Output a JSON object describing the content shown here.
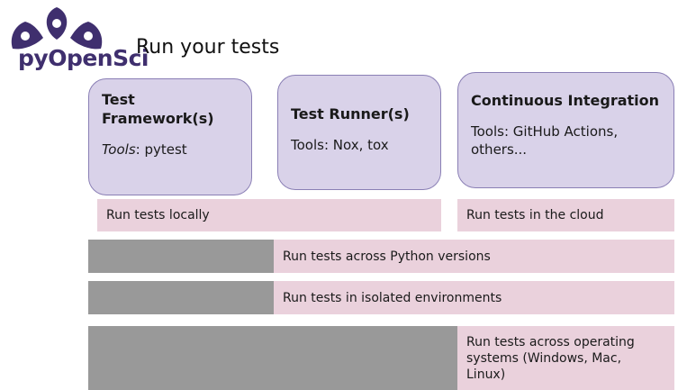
{
  "logo": {
    "text": "pyOpenSci",
    "icon": "pyopensci-flower-icon",
    "color": "#3f2f6e"
  },
  "title": "Run your tests",
  "cards": [
    {
      "title": "Test Framework(s)",
      "tools_label": "Tools",
      "tools_rest": ": pytest"
    },
    {
      "title": "Test Runner(s)",
      "tools": "Tools: Nox, tox"
    },
    {
      "title": "Continuous Integration",
      "tools": "Tools: GitHub Actions, others..."
    }
  ],
  "bands": {
    "local": "Run tests locally",
    "cloud": "Run tests in the cloud",
    "python_versions": "Run tests across Python versions",
    "isolated": "Run tests in isolated environments",
    "os": "Run tests across operating systems (Windows, Mac, Linux)"
  },
  "colors": {
    "card_fill": "#d9d2e9",
    "card_border": "#8a7fb5",
    "band_pink": "#ead1dc",
    "band_gray": "#999999"
  }
}
